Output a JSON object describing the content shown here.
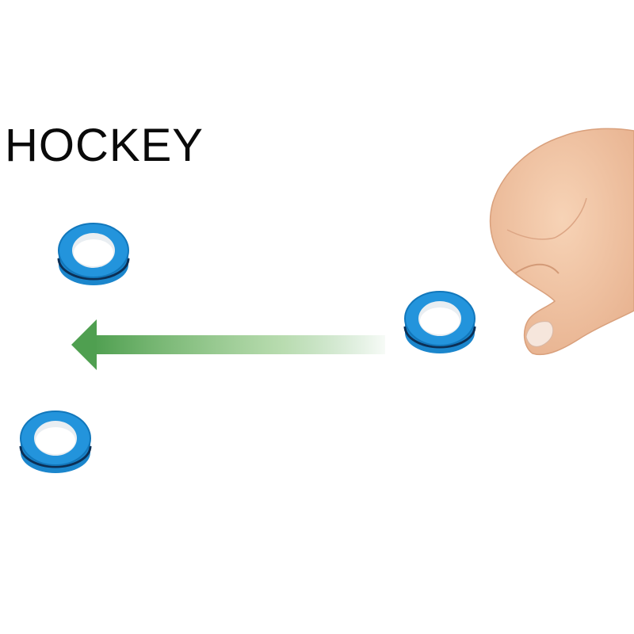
{
  "title": "HOCKEY",
  "colors": {
    "ring_blue": "#1e8fd8",
    "ring_dark": "#0c3f70",
    "ring_inner": "#ffffff",
    "arrow_green": "#5aa95a",
    "skin": "#f2c7a6",
    "background": "#ffffff"
  },
  "objects": [
    "magnetic-ring",
    "magnetic-ring",
    "magnetic-ring",
    "hand",
    "arrow"
  ]
}
